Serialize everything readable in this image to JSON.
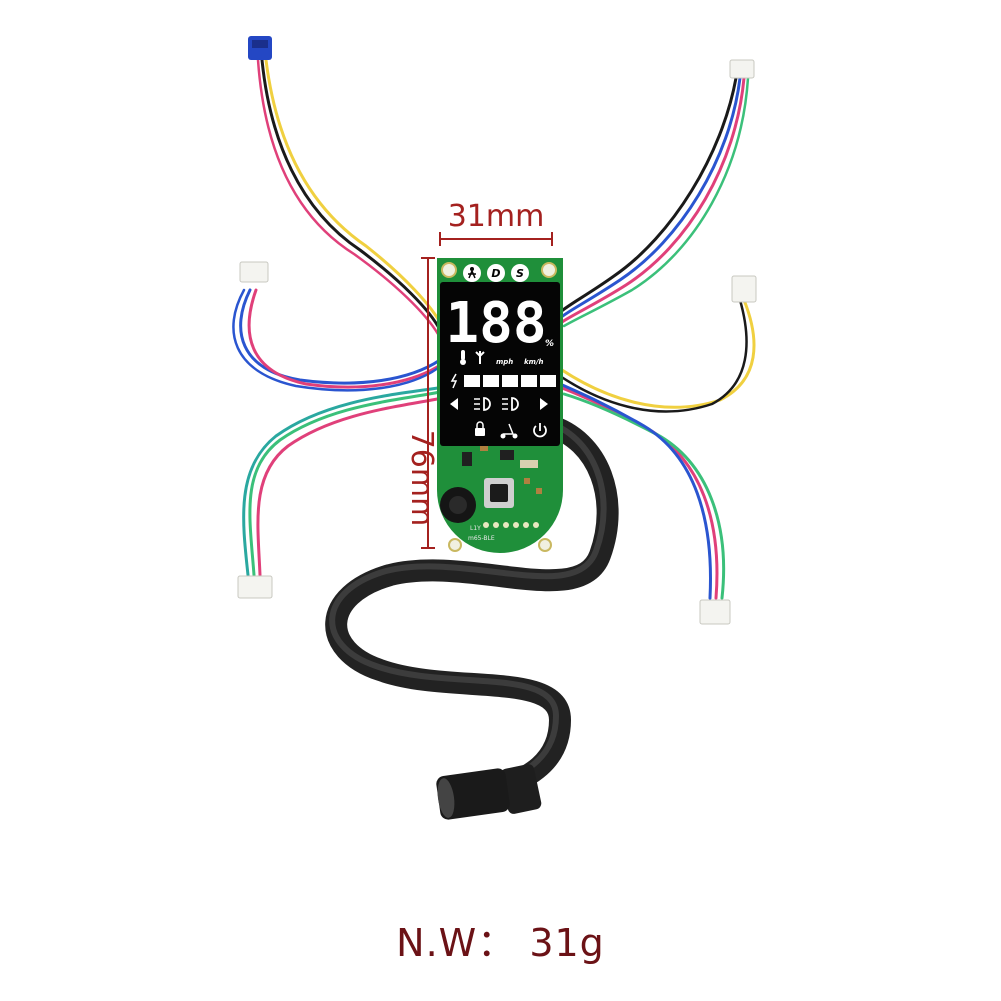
{
  "width_label": "31mm",
  "height_label": "76mm",
  "net_weight": "N.W：  31g",
  "display": {
    "digits": "188",
    "percent_sign": "%",
    "unit_mph": "mph",
    "unit_kmh": "km/h",
    "mode_d": "D",
    "mode_s": "S",
    "battery_segments": 5
  },
  "pcb": {
    "marking_1": "L1Y",
    "marking_2": "m65-BLE"
  },
  "colors": {
    "dimension": "#a4211f",
    "weight_text": "#6b1216",
    "pcb_green": "#1f8f3a",
    "display_black": "#050505",
    "cable_black": "#2a2a2a"
  }
}
